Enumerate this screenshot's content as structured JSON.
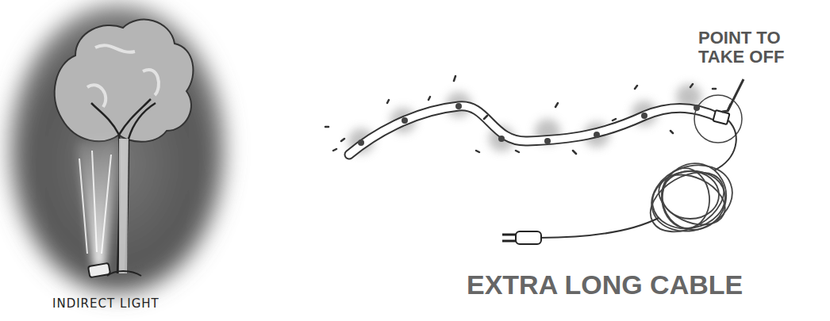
{
  "diagram": {
    "labels": [
      "INDIRECT LIGHT",
      "POINT TO TAKE OFF",
      "EXTRA LONG CABLE"
    ]
  }
}
